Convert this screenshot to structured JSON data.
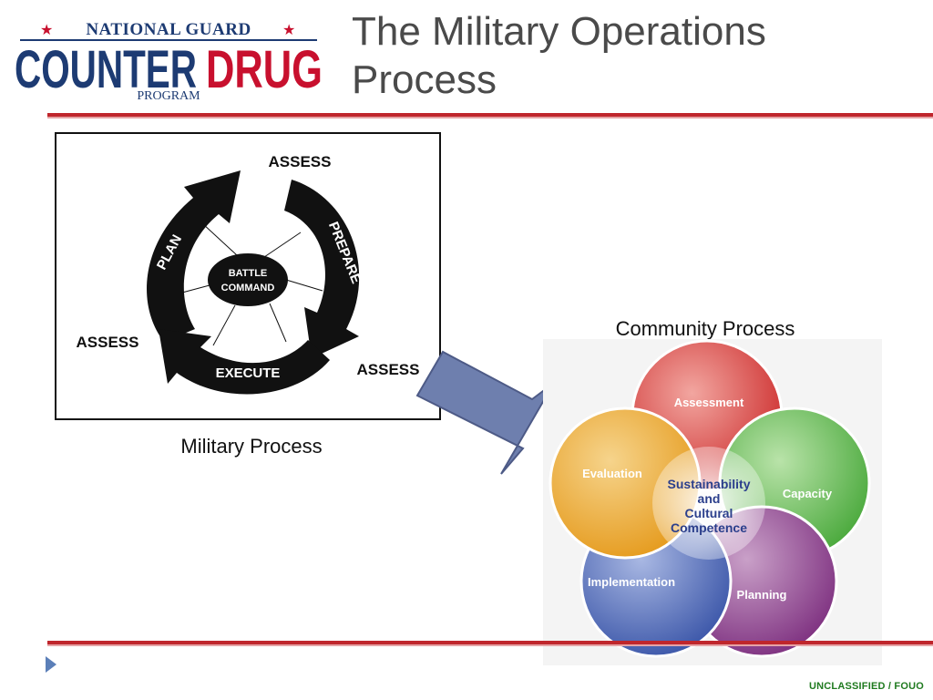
{
  "logo": {
    "top_line": "NATIONAL GUARD",
    "left_word": "COUNTER",
    "right_word": "DRUG",
    "bottom_line": "PROGRAM",
    "colors": {
      "navy": "#1d3b73",
      "red": "#c8102e"
    }
  },
  "slide_title_line1": "The Military Operations",
  "slide_title_line2": "Process",
  "military": {
    "caption": "Military Process",
    "assess_top": "ASSESS",
    "assess_left": "ASSESS",
    "assess_right": "ASSESS",
    "plan": "PLAN",
    "prepare": "PREPARE",
    "execute": "EXECUTE",
    "center_line1": "BATTLE",
    "center_line2": "COMMAND"
  },
  "community": {
    "caption": "Community Process",
    "petals": {
      "assessment": "Assessment",
      "capacity": "Capacity",
      "planning": "Planning",
      "implementation": "Implementation",
      "evaluation": "Evaluation"
    },
    "center_line1": "Sustainability",
    "center_line2": "and",
    "center_line3": "Cultural",
    "center_line4": "Competence",
    "colors": {
      "assessment": "#cc2b2b",
      "capacity": "#48a83a",
      "planning": "#7d2f7f",
      "implementation": "#3a55a8",
      "evaluation": "#e59a1c",
      "center_text": "#2b3f8c"
    }
  },
  "footer": {
    "classification": "UNCLASSIFIED / FOUO"
  },
  "accent_colors": {
    "rule_red": "#c0262c",
    "arrow_fill": "#6e7fae",
    "arrow_stroke": "#4d5a86",
    "bullet_blue": "#5b7fb8"
  }
}
